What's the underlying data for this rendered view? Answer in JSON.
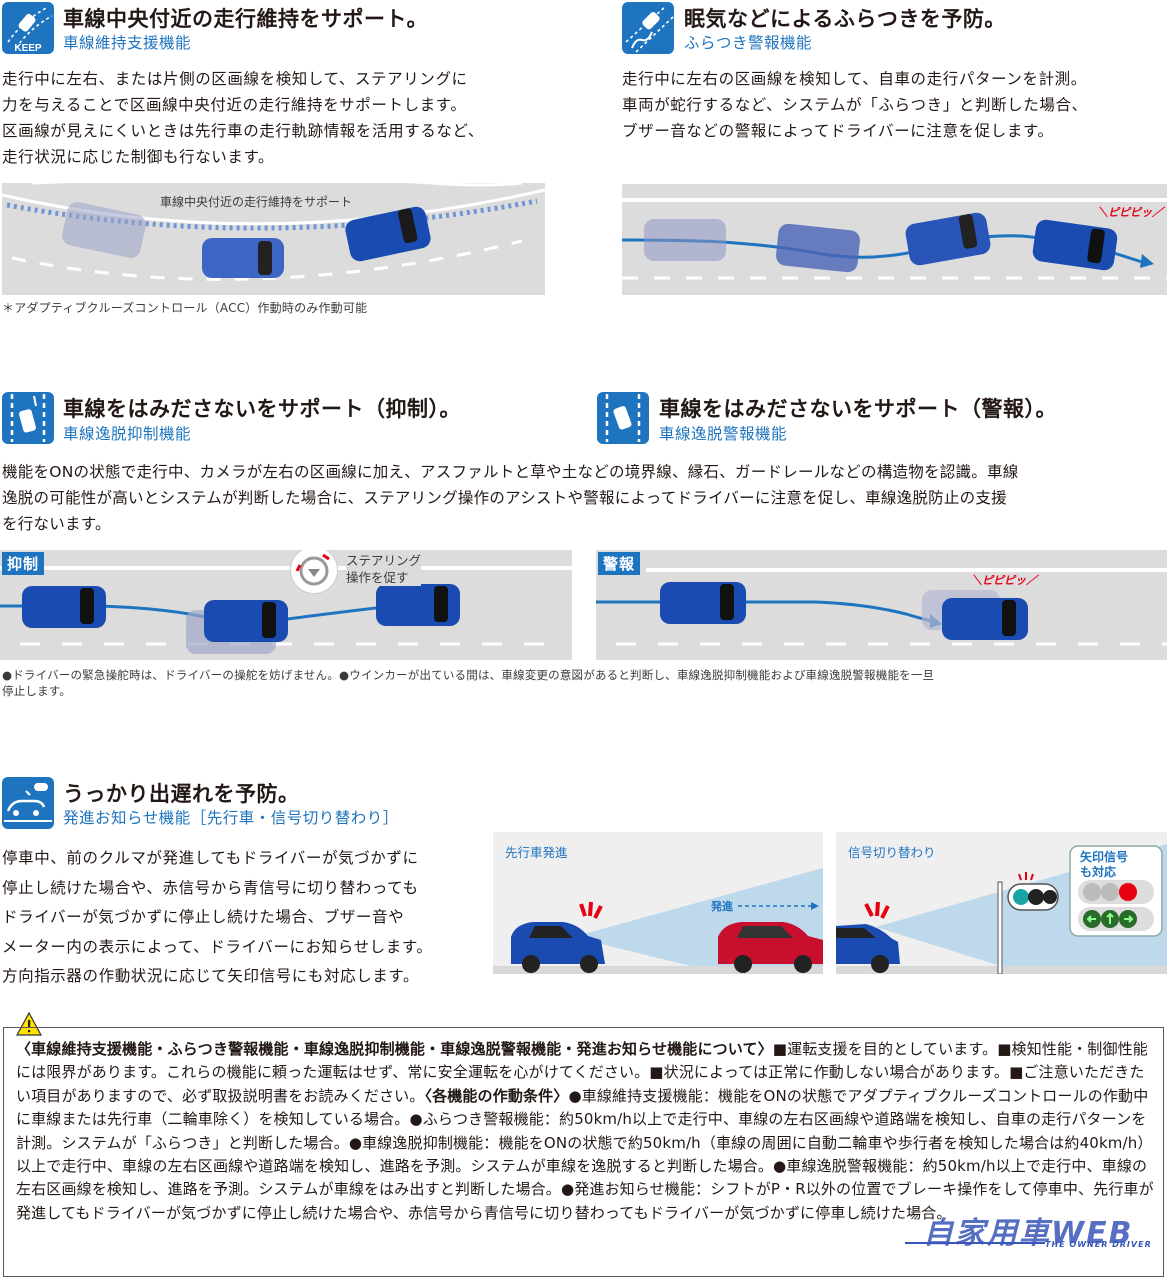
{
  "colors": {
    "accent_blue": "#1f74bf",
    "text": "#231815",
    "road_gray": "#dcdcdd",
    "alert_red": "#e60012"
  },
  "sections": {
    "lane_keep": {
      "icon": "keep-lane-icon",
      "icon_label": "KEEP",
      "title": "車線中央付近の走行維持をサポート。",
      "subtitle": "車線維持支援機能",
      "body": [
        "走行中に左右、または片側の区画線を検知して、ステアリングに",
        "力を与えることで区画線中央付近の走行維持をサポートします。",
        "区画線が見えにくいときは先行車の走行軌跡情報を活用するなど、",
        "走行状況に応じた制御も行ないます。"
      ],
      "diagram_caption": "車線中央付近の走行維持をサポート",
      "footnote": "＊アダプティブクルーズコントロール（ACC）作動時のみ作動可能"
    },
    "wobble": {
      "icon": "wobble-warning-icon",
      "title": "眠気などによるふらつきを予防。",
      "subtitle": "ふらつき警報機能",
      "body": [
        "走行中に左右の区画線を検知して、自車の走行パターンを計測。",
        "車両が蛇行するなど、システムが「ふらつき」と判断した場合、",
        "ブザー音などの警報によってドライバーに注意を促します。"
      ],
      "beep": "＼ピピピッ／"
    },
    "lane_depart_suppress": {
      "icon": "lane-departure-suppress-icon",
      "title": "車線をはみださないをサポート（抑制）。",
      "subtitle": "車線逸脱抑制機能"
    },
    "lane_depart_warn": {
      "icon": "lane-departure-warning-icon",
      "title": "車線をはみださないをサポート（警報）。",
      "subtitle": "車線逸脱警報機能"
    },
    "lane_depart_body": [
      "機能をONの状態で走行中、カメラが左右の区画線に加え、アスファルトと草や土などの境界線、縁石、ガードレールなどの構造物を認識。車線",
      "逸脱の可能性が高いとシステムが判断した場合に、ステアリング操作のアシストや警報によってドライバーに注意を促し、車線逸脱防止の支援",
      "を行ないます。"
    ],
    "suppress_diagram": {
      "tag": "抑制",
      "steering_label_1": "ステアリング",
      "steering_label_2": "操作を促す"
    },
    "warn_diagram": {
      "tag": "警報",
      "beep": "＼ピピピッ／"
    },
    "lane_depart_notes": [
      "●ドライバーの緊急操舵時は、ドライバーの操舵を妨げません。●ウインカーが出ている間は、車線変更の意図があると判断し、車線逸脱抑制機能および車線逸脱警報機能を一旦",
      "停止します。"
    ],
    "start_notify": {
      "icon": "start-notification-icon",
      "title": "うっかり出遅れを予防。",
      "subtitle": "発進お知らせ機能［先行車・信号切り替わり］",
      "body": [
        "停車中、前のクルマが発進してもドライバーが気づかずに",
        "停止し続けた場合や、赤信号から青信号に切り替わっても",
        "ドライバーが気づかずに停止し続けた場合、ブザー音や",
        "メーター内の表示によって、ドライバーにお知らせします。",
        "方向指示器の作動状況に応じて矢印信号にも対応します。"
      ],
      "panel_lead_car": {
        "title": "先行車発進",
        "start_label": "発進"
      },
      "panel_signal": {
        "title": "信号切り替わり",
        "arrow_signal_label_1": "矢印信号",
        "arrow_signal_label_2": "も対応"
      }
    }
  },
  "caution": {
    "icon": "warning-triangle-icon",
    "segments": [
      {
        "bold": true,
        "text": "〈車線維持支援機能・ふらつき警報機能・車線逸脱抑制機能・車線逸脱警報機能・発進お知らせ機能について〉"
      },
      {
        "bold": false,
        "text": "■運転支援を目的としています。■検知性能・制御性能には限界があります。これらの機能に頼った運転はせず、常に安全運転を心がけてください。■状況によっては正常に作動しない場合があります。■ご注意いただきたい項目がありますので、必ず取扱説明書をお読みください。"
      },
      {
        "bold": true,
        "text": "〈各機能の作動条件〉"
      },
      {
        "bold": false,
        "text": "●車線維持支援機能：機能をONの状態でアダプティブクルーズコントロールの作動中に車線または先行車（二輪車除く）を検知している場合。●ふらつき警報機能：約50km/h以上で走行中、車線の左右区画線や道路端を検知し、自車の走行パターンを計測。システムが「ふらつき」と判断した場合。●車線逸脱抑制機能：機能をONの状態で約50km/h（車線の周囲に自動二輪車や歩行者を検知した場合は約40km/h）以上で走行中、車線の左右区画線や道路端を検知し、進路を予測。システムが車線を逸脱すると判断した場合。●車線逸脱警報機能：約50km/h以上で走行中、車線の左右区画線を検知し、進路を予測。システムが車線をはみ出すと判断した場合。●発進お知らせ機能：シフトがP・R以外の位置でブレーキ操作をして停車中、先行車が発進してもドライバーが気づかずに停止し続けた場合や、赤信号から青信号に切り替わってもドライバーが気づかずに停車し続けた場合。"
      }
    ]
  },
  "watermark": {
    "main": "自家用車WEB",
    "sub": "THE OWNER DRIVER"
  }
}
